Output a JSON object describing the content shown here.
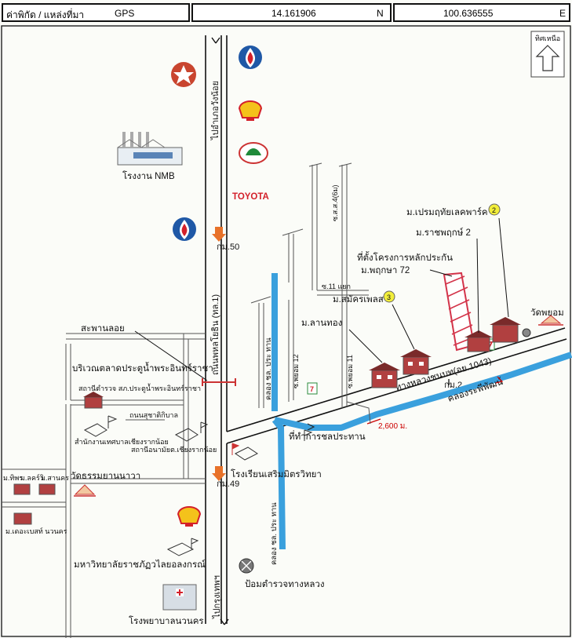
{
  "header": {
    "coord_label": "ค่าพิกัด / แหล่งที่มา",
    "source": "GPS",
    "latitude": "14.161906",
    "lat_dir": "N",
    "longitude": "100.636555",
    "lon_dir": "E"
  },
  "north": {
    "label": "ทิศเหนือ"
  },
  "roads": {
    "highway_vertical": "ถนนพหลโยธิน (ทล.1)",
    "to_north": "ไปอำเภอวังน้อย",
    "to_south": "ไปกรุงเทพฯ",
    "km50": "กม.50",
    "km49": "กม.49",
    "route1043": "ทางหลวงชนบท(อย.1043)",
    "km2": "กม.2",
    "soi12": "ซ.พยอม 12",
    "soi11": "ซ.พยอม 11",
    "soi11_junction": "ซ.11 แยก",
    "soi_sss": "ซ.ส.ส.4(6ม)",
    "road_suchart": "ถนนสุชาติกิบาล",
    "distance": "2,600 ม."
  },
  "waterways": {
    "canal_upper": "คลอง ชล. ประ ทาน",
    "canal_lower": "คลอง ชล. ประ ทาน",
    "canal_east": "คลองระพีพัฒน์"
  },
  "places": {
    "nmb": "โรงงาน NMB",
    "toyota": "TOYOTA",
    "bridge": "สะพานลอย",
    "market_area": "บริเวณตลาดประตูน้ำพระอินทร์ราชา",
    "police_station": "สถานีตำรวจ สภ.ประตูน้ำพระอินทร์ราชา",
    "wangnoi_office": "สำนักงานเทศบาลเชียงรากน้อย",
    "fire_station": "สถานีอนามัยต.เชียงรากน้อย",
    "temple_yannawa": "วัดธรรมยานนาวา",
    "moo_thiphon": "ม.ทิพร",
    "moo_lakeview": "ม.ลคร์วิ",
    "moo_sanakorn": "ม.สานคร",
    "moo_city": "ม.เดอะเบสท์ นวนคร",
    "irrigation_office": "ที่ทำการชลประทาน",
    "school": "โรงเรียนเสริมมิตรวิทยา",
    "university": "มหาวิทยาลัยราชภัฏวไลยอลงกรณ์",
    "police_box": "ป้อมตำรวจทางหลวง",
    "hospital": "โรงพยาบาลนวนคร",
    "moo_lanthong": "ม.ลานทอง",
    "moo_samakorn": "ม.สมัครเพลส",
    "moo_samakorn_num": "3",
    "project_label_1": "ที่ตั้งโครงการหลักประกัน",
    "project_label_2": "ม.พฤกษา 72",
    "moo_ratchaphruek": "ม.ราชพฤกษ์ 2",
    "moo_premruethai": "ม.เปรมฤทัยเลคพาร์ค",
    "moo_premruethai_num": "2",
    "temple_phayom": "วัดพยอม",
    "seven_eleven": "7"
  },
  "colors": {
    "canal": "#3aa0dd",
    "project": "#d3344a",
    "badge": "#f2ee3a",
    "road": "#111111",
    "route_red": "#cc0000"
  }
}
